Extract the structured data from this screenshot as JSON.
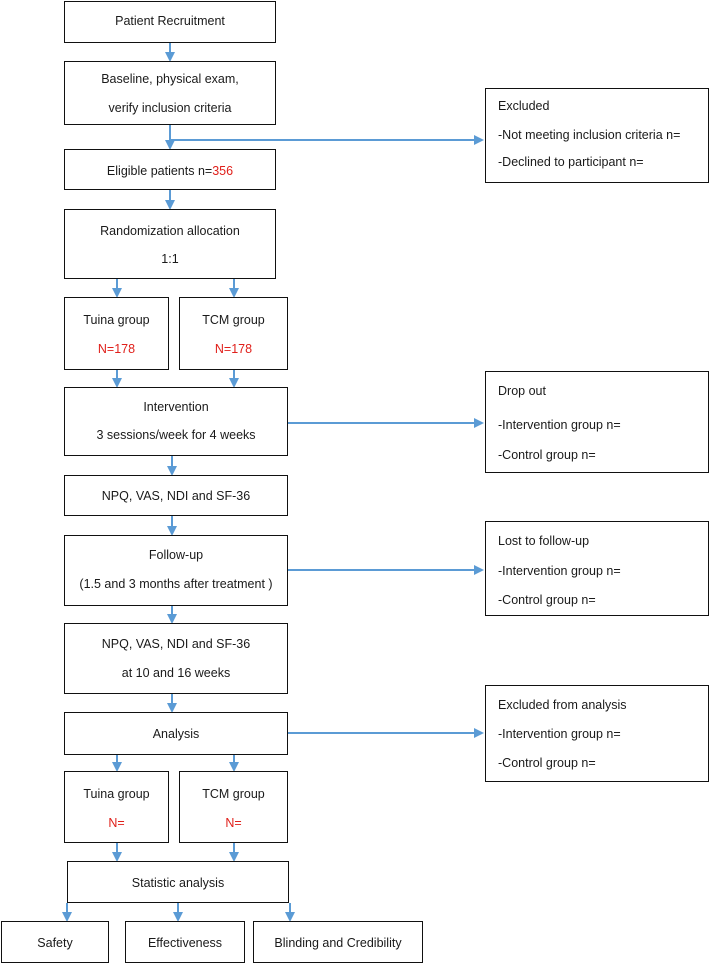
{
  "boxes": {
    "recruitment": {
      "label": "Patient Recruitment"
    },
    "baseline": {
      "line1": "Baseline, physical exam,",
      "line2": "verify inclusion criteria"
    },
    "eligible": {
      "label": "Eligible patients n=",
      "count": "356"
    },
    "randomization": {
      "line1": "Randomization allocation",
      "line2": "1:1"
    },
    "tuina_group_1": {
      "label": "Tuina group",
      "n": "N=178"
    },
    "tcm_group_1": {
      "label": "TCM group",
      "n": "N=178"
    },
    "intervention": {
      "line1": "Intervention",
      "line2": "3 sessions/week for 4 weeks"
    },
    "measures_1": {
      "label": "NPQ, VAS, NDI and SF-36"
    },
    "followup": {
      "line1": "Follow-up",
      "line2": "(1.5 and 3 months after treatment )"
    },
    "measures_2": {
      "line1": "NPQ, VAS, NDI and SF-36",
      "line2": "at 10 and 16 weeks"
    },
    "analysis": {
      "label": "Analysis"
    },
    "tuina_group_2": {
      "label": "Tuina group",
      "n": "N="
    },
    "tcm_group_2": {
      "label": "TCM group",
      "n": "N="
    },
    "statistic": {
      "label": "Statistic analysis"
    },
    "safety": {
      "label": "Safety"
    },
    "effectiveness": {
      "label": "Effectiveness"
    },
    "blinding": {
      "label": "Blinding and Credibility"
    }
  },
  "side_boxes": {
    "excluded": {
      "title": "Excluded",
      "item1": "-Not meeting inclusion criteria n=",
      "item2": "-Declined to participant n="
    },
    "dropout": {
      "title": "Drop out",
      "item1": "-Intervention group n=",
      "item2": "-Control group n="
    },
    "lost": {
      "title": "Lost to follow-up",
      "item1": "-Intervention group n=",
      "item2": "-Control group n="
    },
    "excluded_analysis": {
      "title": "Excluded from analysis",
      "item1": "-Intervention group n=",
      "item2": "-Control group n="
    }
  },
  "colors": {
    "arrow": "#5b9bd5",
    "highlight": "#e0201b",
    "border": "#111111"
  }
}
